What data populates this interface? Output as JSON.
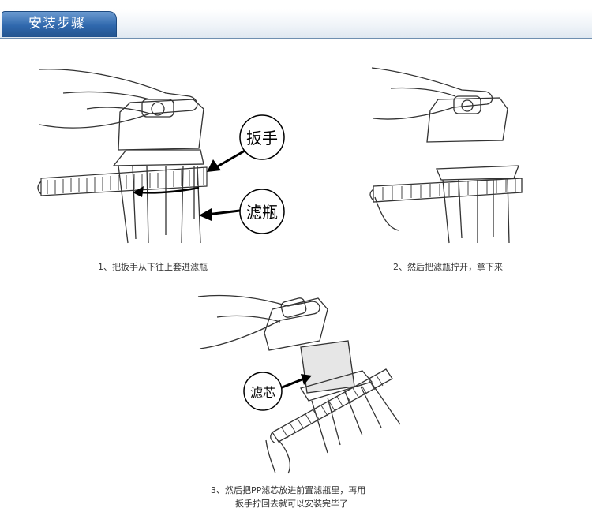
{
  "header": {
    "title": "安装步骤"
  },
  "steps": [
    {
      "caption": "1、把扳手从下往上套进滤瓶",
      "callouts": [
        "扳手",
        "滤瓶"
      ]
    },
    {
      "caption": "2、然后把滤瓶拧开，拿下来"
    },
    {
      "caption_line1": "3、然后把PP滤芯放进前置滤瓶里，再用",
      "caption_line2": "扳手拧回去就可以安装完毕了",
      "callouts": [
        "滤芯"
      ]
    }
  ]
}
